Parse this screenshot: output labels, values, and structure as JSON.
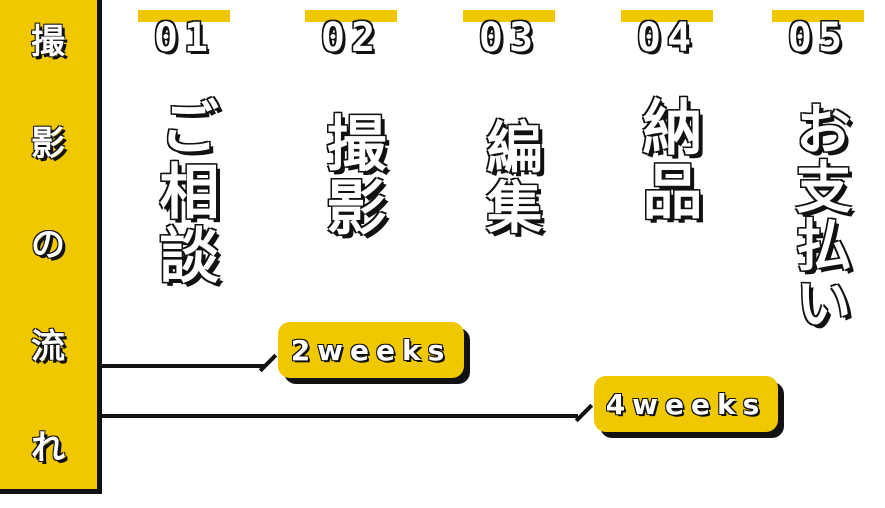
{
  "title_chars": [
    "撮",
    "影",
    "の",
    "流",
    "れ"
  ],
  "steps": [
    {
      "number": "01",
      "label": "ご相談"
    },
    {
      "number": "02",
      "label": "撮影"
    },
    {
      "number": "03",
      "label": "編集"
    },
    {
      "number": "04",
      "label": "納品"
    },
    {
      "number": "05",
      "label": "お支払い"
    }
  ],
  "durations": [
    {
      "text": "2weeks"
    },
    {
      "text": "4weeks"
    }
  ],
  "colors": {
    "accent": "#f0c800",
    "outline": "#111111",
    "text": "#ffffff"
  }
}
